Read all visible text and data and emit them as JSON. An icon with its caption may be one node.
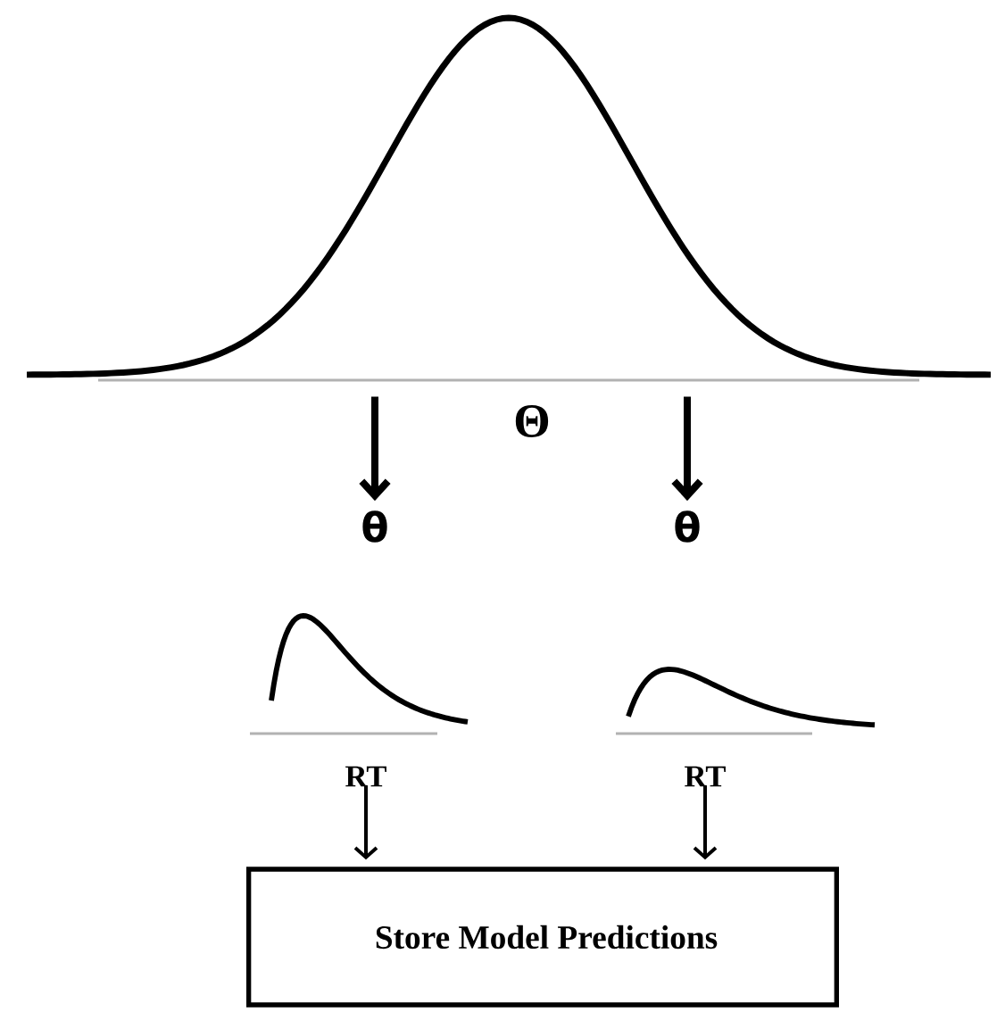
{
  "diagram": {
    "nodes": [
      {
        "text": [],
        "shape": "picture",
        "beside": [
          "Θ"
        ]
      },
      {
        "text": [
          "θ"
        ]
      },
      {
        "text": [
          "θ"
        ]
      },
      {
        "text": [
          "RT"
        ]
      },
      {
        "text": [
          "RT"
        ]
      },
      {
        "text": [
          "Store Model Predictions"
        ]
      }
    ],
    "edges": [
      {
        "from": 0,
        "to": 1,
        "arrow": "to",
        "style": "thick"
      },
      {
        "from": 0,
        "to": 2,
        "arrow": "to",
        "style": "thick"
      },
      {
        "from": 3,
        "to": 5,
        "arrow": "to"
      },
      {
        "from": 4,
        "to": 5,
        "arrow": "to"
      }
    ]
  }
}
